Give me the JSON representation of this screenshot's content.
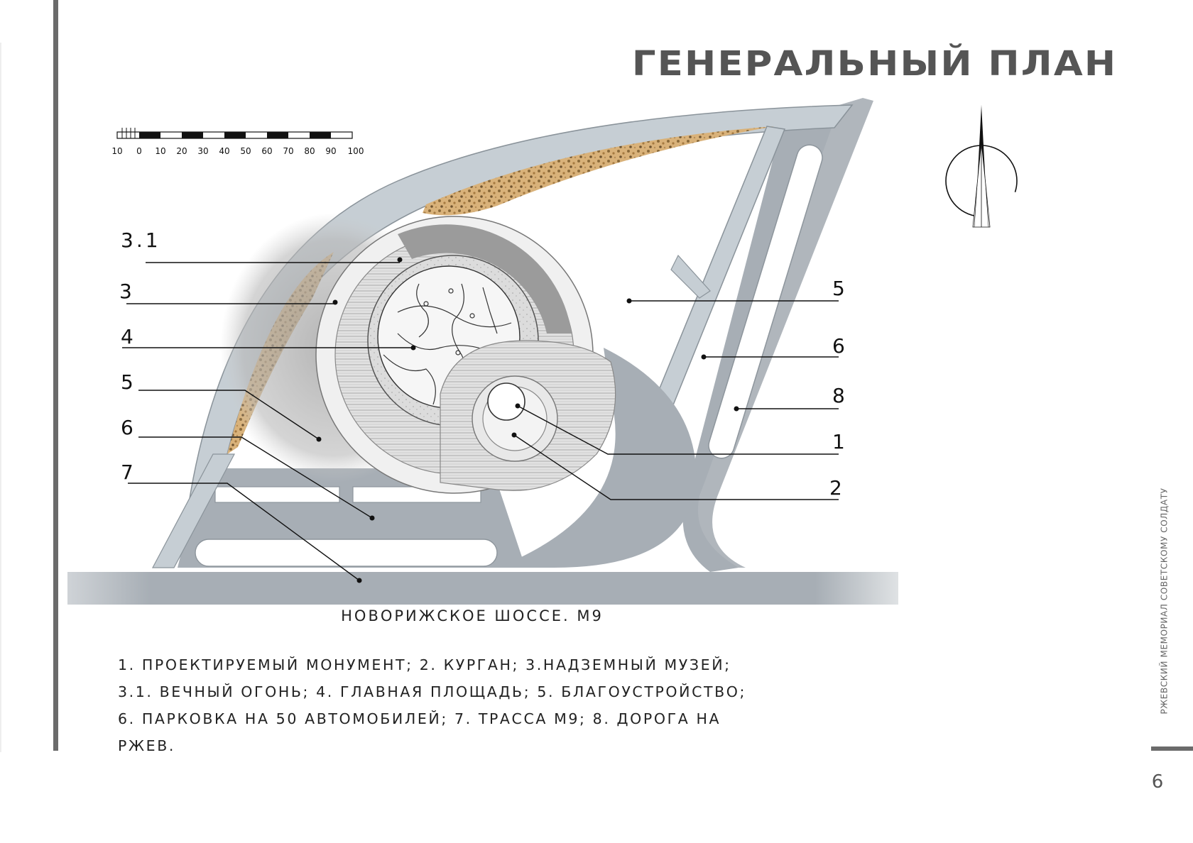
{
  "title": "ГЕНЕРАЛЬНЫЙ ПЛАН",
  "caption": "НОВОРИЖСКОЕ ШОССЕ. М9",
  "legend_lines": [
    "1. ПРОЕКТИРУЕМЫЙ МОНУМЕНТ; 2. КУРГАН; 3.НАДЗЕМНЫЙ МУЗЕЙ;",
    "3.1. ВЕЧНЫЙ ОГОНЬ;  4. ГЛАВНАЯ ПЛОЩАДЬ;  5. БЛАГОУСТРОЙСТВО;",
    "6. ПАРКОВКА НА 50 АВТОМОБИЛЕЙ; 7. ТРАССА М9; 8. ДОРОГА НА",
    "РЖЕВ."
  ],
  "scale_bar": {
    "ticks": [
      "10",
      "0",
      "10",
      "20",
      "30",
      "40",
      "50",
      "60",
      "70",
      "80",
      "90",
      "100"
    ]
  },
  "callouts_left": [
    "3.1",
    "3",
    "4",
    "5",
    "6",
    "7"
  ],
  "callouts_right": [
    "5",
    "6",
    "8",
    "1",
    "2"
  ],
  "sidebar": {
    "vertical_text": "РЖЕВСКИЙ МЕМОРИАЛ СОВЕТСКОМУ СОЛДАТУ",
    "page_number": "6"
  },
  "icons": {
    "north_arrow": "north-arrow-icon"
  },
  "colors": {
    "road": "#a7aeb5",
    "road_light": "#c9d0d5",
    "gravel": "#c9a063",
    "title": "#555555",
    "rule": "#6b6b6b"
  }
}
